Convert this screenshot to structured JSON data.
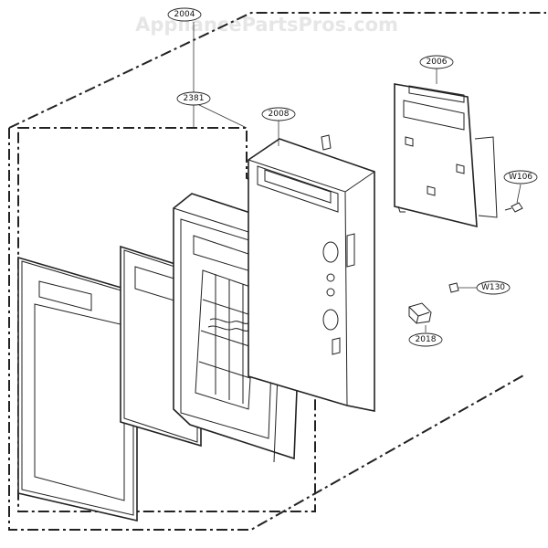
{
  "watermark": "AppliancePartsPros.com",
  "callouts": {
    "c2004": "2004",
    "c2381": "2381",
    "c2008": "2008",
    "c2006": "2006",
    "cW106": "W106",
    "cW130": "W130",
    "c2018": "2018"
  }
}
